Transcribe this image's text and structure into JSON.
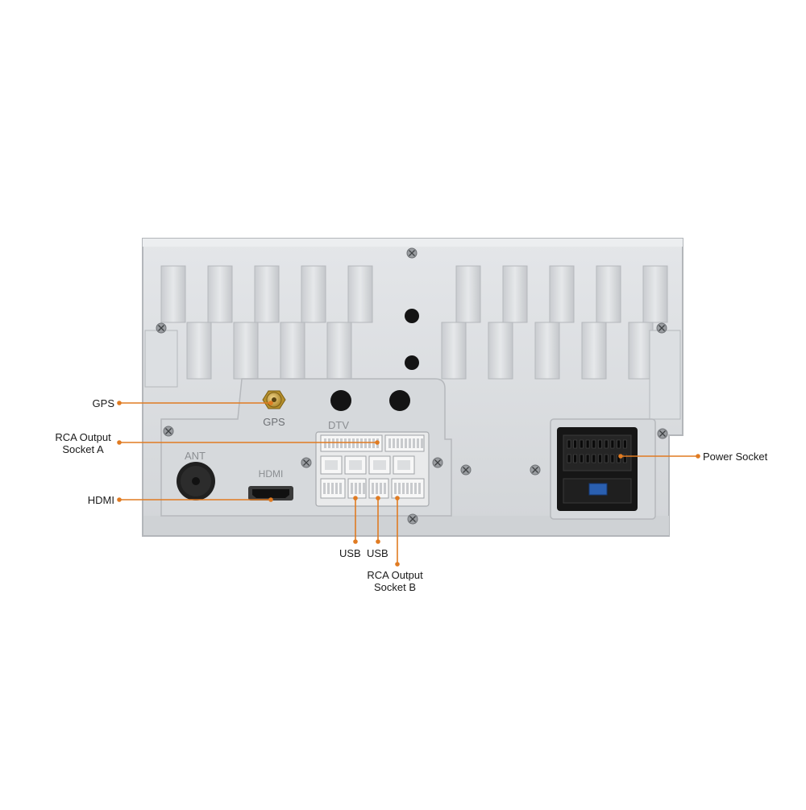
{
  "unit": {
    "panel_labels": {
      "gps": "GPS",
      "dtv": "DTV",
      "ant": "ANT",
      "hdmi": "HDMI"
    }
  },
  "callouts": {
    "gps": "GPS",
    "rca_a_line1": "RCA Output",
    "rca_a_line2": "Socket A",
    "hdmi": "HDMI",
    "power": "Power Socket",
    "usb1": "USB",
    "usb2": "USB",
    "rca_b_line1": "RCA Output",
    "rca_b_line2": "Socket B"
  },
  "colors": {
    "accent": "#e07b22",
    "housing": "#d9dbde",
    "housing_edge": "#b9bcc0",
    "connector_dark": "#1b1b1b",
    "connector_white": "#f2f2f2",
    "gps_gold": "#c9a33a"
  }
}
